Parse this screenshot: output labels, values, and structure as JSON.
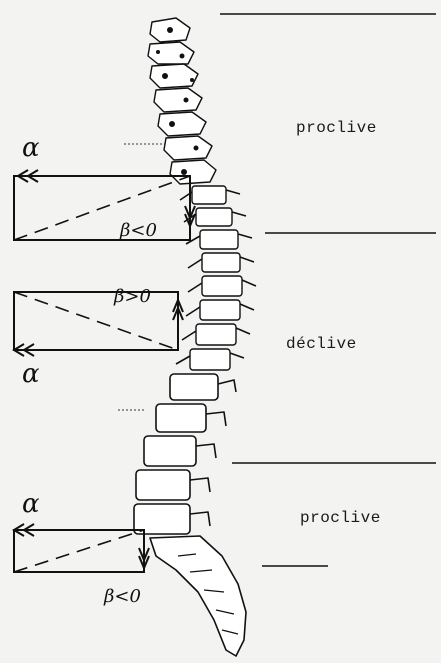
{
  "regions": [
    {
      "label": "proclive"
    },
    {
      "label": "déclive"
    },
    {
      "label": "proclive"
    }
  ],
  "annotations": {
    "alpha": "α",
    "beta_negative_top": "β<0",
    "beta_positive": "β>0",
    "beta_negative_bottom": "β<0"
  },
  "colors": {
    "ink": "#111111",
    "paper": "#f3f3f1",
    "bone": "#ffffff"
  }
}
